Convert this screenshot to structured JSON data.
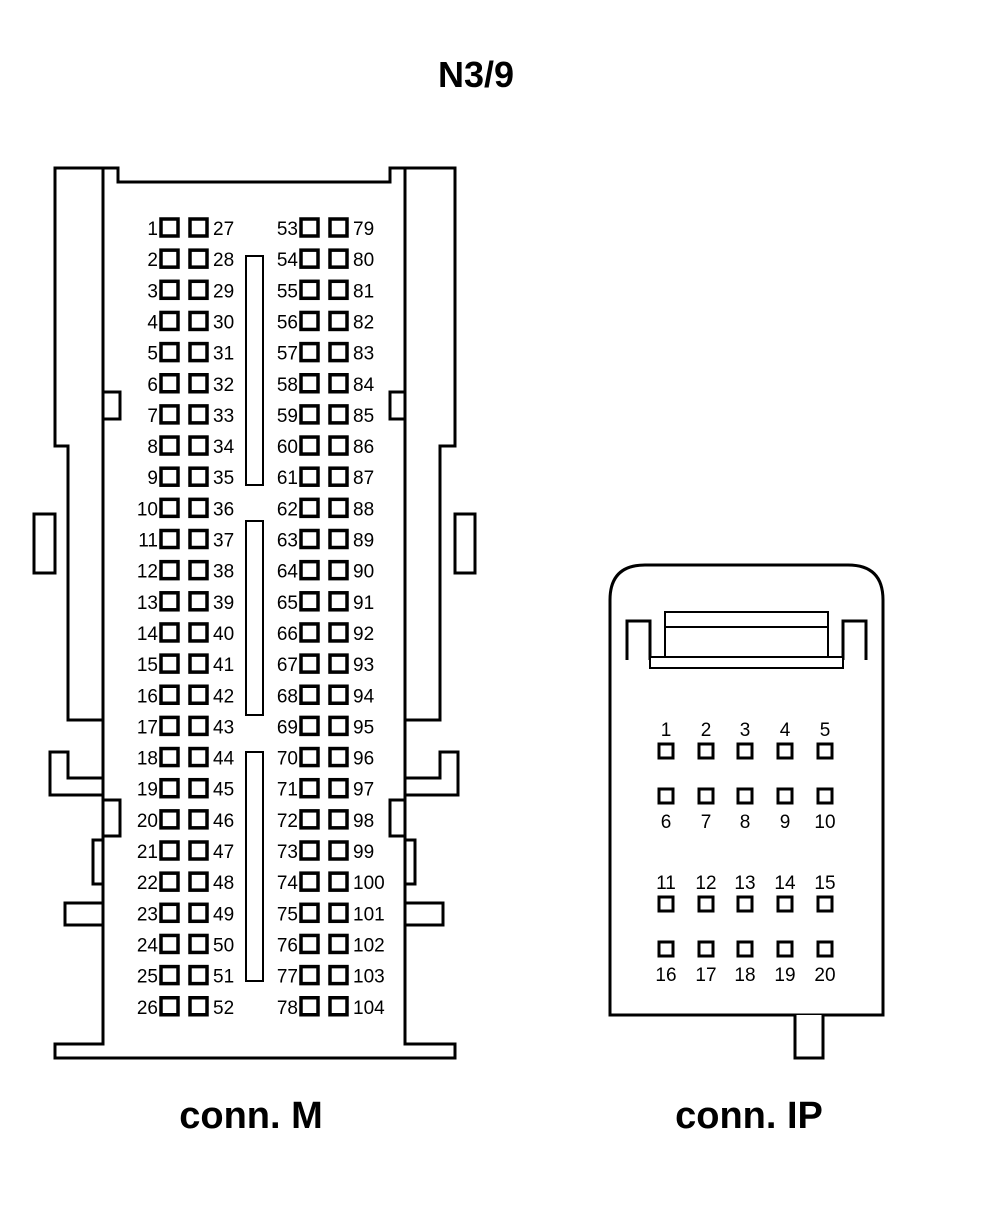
{
  "title": "N3/9",
  "connector_m": {
    "caption": "conn. M",
    "columns": [
      {
        "label_side": "left",
        "pins": [
          "1",
          "2",
          "3",
          "4",
          "5",
          "6",
          "7",
          "8",
          "9",
          "10",
          "11",
          "12",
          "13",
          "14",
          "15",
          "16",
          "17",
          "18",
          "19",
          "20",
          "21",
          "22",
          "23",
          "24",
          "25",
          "26"
        ]
      },
      {
        "label_side": "right",
        "pins": [
          "27",
          "28",
          "29",
          "30",
          "31",
          "32",
          "33",
          "34",
          "35",
          "36",
          "37",
          "38",
          "39",
          "40",
          "41",
          "42",
          "43",
          "44",
          "45",
          "46",
          "47",
          "48",
          "49",
          "50",
          "51",
          "52"
        ]
      },
      {
        "label_side": "left",
        "pins": [
          "53",
          "54",
          "55",
          "56",
          "57",
          "58",
          "59",
          "60",
          "61",
          "62",
          "63",
          "64",
          "65",
          "66",
          "67",
          "68",
          "69",
          "70",
          "71",
          "72",
          "73",
          "74",
          "75",
          "76",
          "77",
          "78"
        ]
      },
      {
        "label_side": "right",
        "pins": [
          "79",
          "80",
          "81",
          "82",
          "83",
          "84",
          "85",
          "86",
          "87",
          "88",
          "89",
          "90",
          "91",
          "92",
          "93",
          "94",
          "95",
          "96",
          "97",
          "98",
          "99",
          "100",
          "101",
          "102",
          "103",
          "104"
        ]
      }
    ]
  },
  "connector_ip": {
    "caption": "conn. IP",
    "rows": [
      {
        "label_side": "top",
        "pins": [
          "1",
          "2",
          "3",
          "4",
          "5"
        ]
      },
      {
        "label_side": "bottom",
        "pins": [
          "6",
          "7",
          "8",
          "9",
          "10"
        ]
      },
      {
        "label_side": "top",
        "pins": [
          "11",
          "12",
          "13",
          "14",
          "15"
        ]
      },
      {
        "label_side": "bottom",
        "pins": [
          "16",
          "17",
          "18",
          "19",
          "20"
        ]
      }
    ]
  }
}
